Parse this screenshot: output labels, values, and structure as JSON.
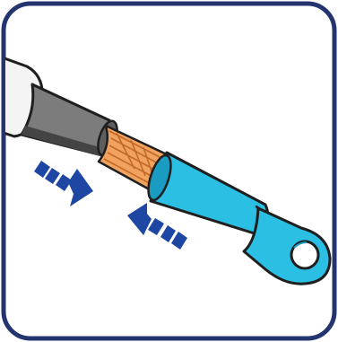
{
  "illustration": {
    "subject": "cable-lug-crimp-instruction",
    "colors": {
      "frame_border": "#24346f",
      "background": "#ffffff",
      "outer_sheath": "#f4f4f4",
      "inner_insulation": "#7c7c7c",
      "inner_insulation_dark": "#444444",
      "copper_core": "#f0a25e",
      "copper_strand": "#c26a2a",
      "lug_body": "#2bbfe3",
      "lug_shadow": "#1a9cc2",
      "outline": "#1f1f1f",
      "arrow": "#1e46a3"
    },
    "arrows": [
      {
        "name": "insert-cable-arrow",
        "direction": "down-right"
      },
      {
        "name": "push-lug-arrow",
        "direction": "up-left"
      }
    ]
  }
}
